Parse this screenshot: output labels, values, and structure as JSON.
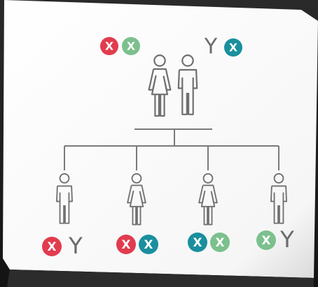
{
  "colors": {
    "red": "#e23b4e",
    "green": "#7cc08e",
    "teal": "#1a8f9e",
    "person": "#707070",
    "line": "#7a7a7a",
    "letter": "#ffffff",
    "y_letter": "#666666"
  },
  "chromosome_x_label": "X",
  "chromosome_y_label": "Y",
  "parents": {
    "mother": {
      "figure": "female-figure-icon",
      "chromosomes": [
        "red-x",
        "green-x"
      ]
    },
    "father": {
      "figure": "male-figure-icon",
      "chromosomes": [
        "y",
        "teal-x"
      ]
    }
  },
  "children": [
    {
      "figure": "male-figure-icon",
      "chromosomes": [
        "red-x",
        "y"
      ]
    },
    {
      "figure": "female-figure-icon",
      "chromosomes": [
        "red-x",
        "teal-x"
      ]
    },
    {
      "figure": "female-figure-icon",
      "chromosomes": [
        "teal-x",
        "green-x"
      ]
    },
    {
      "figure": "male-figure-icon",
      "chromosomes": [
        "green-x",
        "y"
      ]
    }
  ]
}
